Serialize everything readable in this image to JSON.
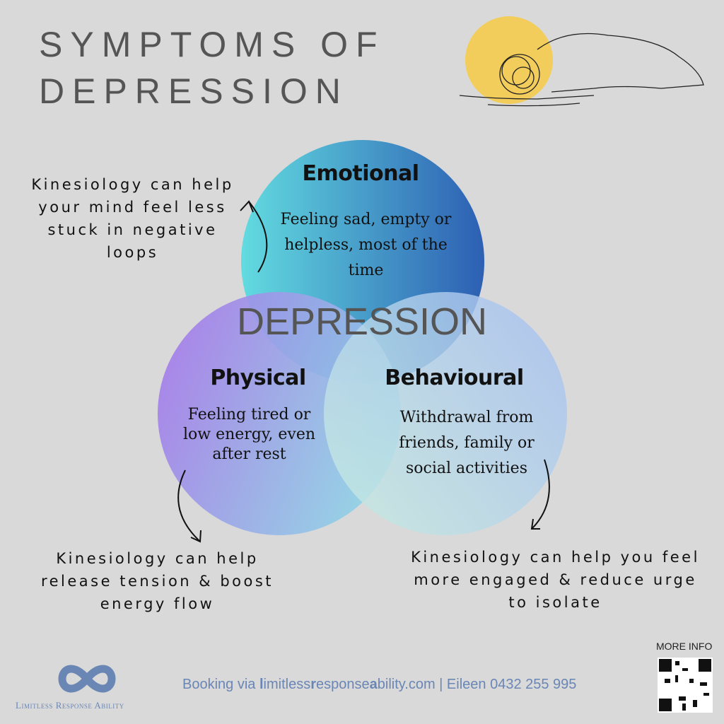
{
  "title": {
    "line1": "SYMPTOMS OF",
    "line2": "DEPRESSION"
  },
  "center_label": "DEPRESSION",
  "circles": {
    "emotional": {
      "heading": "Emotional",
      "text": "Feeling sad, empty or helpless, most of the time",
      "color_start": "#62dbe0",
      "color_end": "#2d5fb3"
    },
    "physical": {
      "heading": "Physical",
      "text": "Feeling tired or low energy, even after rest",
      "color_start": "#a57de9",
      "color_end": "#8fd8e6"
    },
    "behavioural": {
      "heading": "Behavioural",
      "text": "Withdrawal from friends, family or social activities",
      "color_start": "#bde8e0",
      "color_end": "#a8c2f0"
    }
  },
  "notes": {
    "emotional": "Kinesiology can help your mind feel less stuck in negative loops",
    "physical": "Kinesiology can help release tension & boost energy flow",
    "behavioural": "Kinesiology can help you feel more engaged & reduce urge to isolate"
  },
  "footer": {
    "booking_prefix": "Booking via ",
    "site_l": "l",
    "site_1": "imitless",
    "site_r": "r",
    "site_2": "esponse",
    "site_a": "a",
    "site_3": "bility.com",
    "contact": " | Eileen 0432 255 995",
    "logo_text": "Limitless Response Ability",
    "more_info": "MORE INFO"
  }
}
